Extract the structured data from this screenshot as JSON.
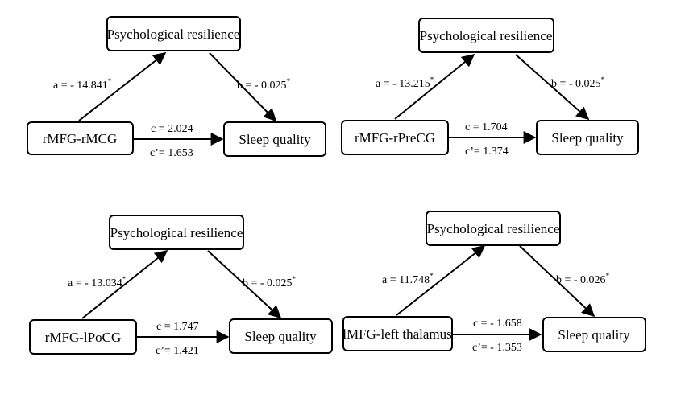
{
  "diagrams": [
    {
      "mediator": "Psychological resilience",
      "predictor": "rMFG-rMCG",
      "outcome": "Sleep quality",
      "a": {
        "text": "a = - 14.841",
        "sig": "*"
      },
      "b": {
        "text": "b = - 0.025",
        "sig": "*"
      },
      "c": "c = 2.024",
      "c_prime": "c’=  1.653"
    },
    {
      "mediator": "Psychological resilience",
      "predictor": "rMFG-rPreCG",
      "outcome": "Sleep quality",
      "a": {
        "text": "a = - 13.215",
        "sig": "*"
      },
      "b": {
        "text": "b = - 0.025",
        "sig": "*"
      },
      "c": "c = 1.704",
      "c_prime": "c’=  1.374"
    },
    {
      "mediator": "Psychological resilience",
      "predictor": "rMFG-lPoCG",
      "outcome": "Sleep quality",
      "a": {
        "text": "a = - 13.034",
        "sig": "*"
      },
      "b": {
        "text": "b =  - 0.025",
        "sig": "*"
      },
      "c": "c = 1.747",
      "c_prime": "c’=  1.421"
    },
    {
      "mediator": "Psychological resilience",
      "predictor": "lMFG-left thalamus",
      "outcome": "Sleep quality",
      "a": {
        "text": "a = 11.748",
        "sig": "*"
      },
      "b": {
        "text": "b =  - 0.026",
        "sig": "*"
      },
      "c": "c = - 1.658",
      "c_prime": "c’= - 1.353"
    }
  ]
}
